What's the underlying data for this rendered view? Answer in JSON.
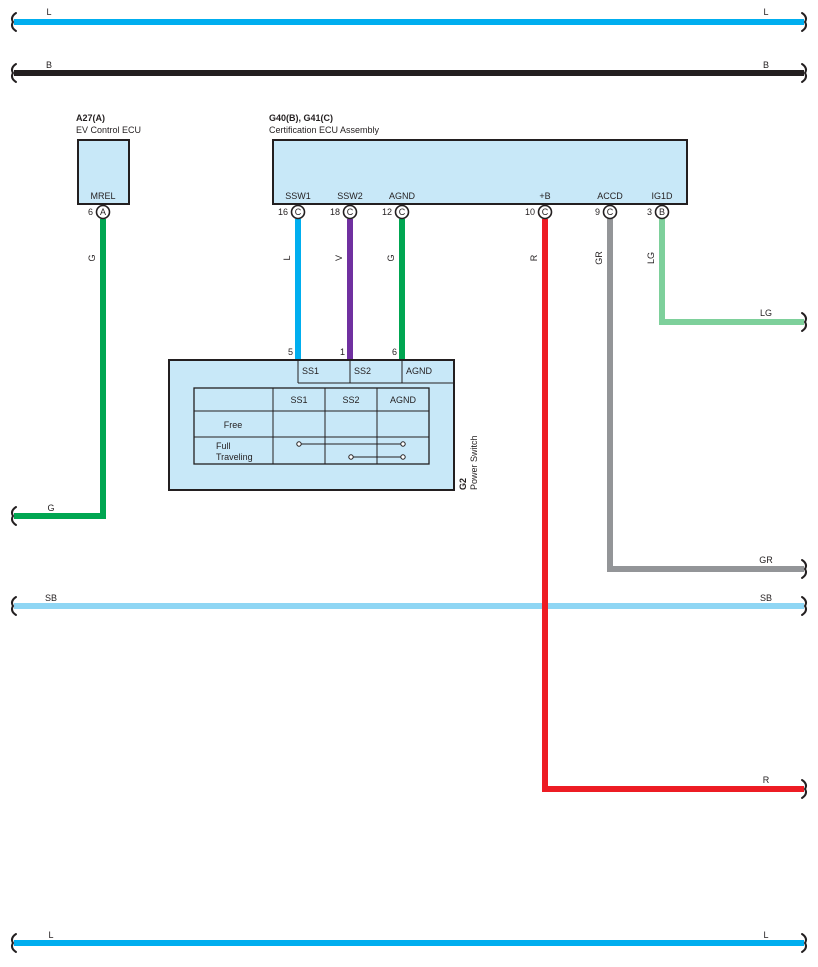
{
  "colors": {
    "L": "#00aeef",
    "B": "#231f20",
    "G": "#00a651",
    "V": "#7030a0",
    "R": "#ed1c24",
    "GR": "#939598",
    "LG": "#7ed09b",
    "SB": "#8fd6f4",
    "component_fill": "#c8e8f8"
  },
  "buses": {
    "top_L": {
      "left": "L",
      "right": "L"
    },
    "B": {
      "left": "B",
      "right": "B"
    },
    "SB": {
      "left": "SB",
      "right": "SB"
    },
    "bottom_L": {
      "left": "L",
      "right": "L"
    }
  },
  "ecu_a27": {
    "code": "A27(A)",
    "name": "EV Control ECU",
    "pin_label": "MREL",
    "pin_num": "6",
    "connector": "A",
    "wire_color": "G",
    "exit_label": "G"
  },
  "cert_ecu": {
    "code": "G40(B), G41(C)",
    "name": "Certification ECU Assembly",
    "pins": [
      {
        "label": "SSW1",
        "num": "16",
        "connector": "C",
        "wire": "L"
      },
      {
        "label": "SSW2",
        "num": "18",
        "connector": "C",
        "wire": "V"
      },
      {
        "label": "AGND",
        "num": "12",
        "connector": "C",
        "wire": "G"
      },
      {
        "label": "+B",
        "num": "10",
        "connector": "C",
        "wire": "R"
      },
      {
        "label": "ACCD",
        "num": "9",
        "connector": "C",
        "wire": "GR"
      },
      {
        "label": "IG1D",
        "num": "3",
        "connector": "B",
        "wire": "LG"
      }
    ],
    "exits": {
      "IG1D": "LG",
      "ACCD": "GR",
      "+B": "R"
    }
  },
  "power_switch": {
    "code": "G2",
    "name": "Power Switch",
    "pins": [
      {
        "label": "SS1",
        "num": "5"
      },
      {
        "label": "SS2",
        "num": "1"
      },
      {
        "label": "AGND",
        "num": "6"
      }
    ],
    "table": {
      "headers": [
        "SS1",
        "SS2",
        "AGND"
      ],
      "rows": [
        "Free",
        "Full",
        "Traveling"
      ]
    }
  }
}
